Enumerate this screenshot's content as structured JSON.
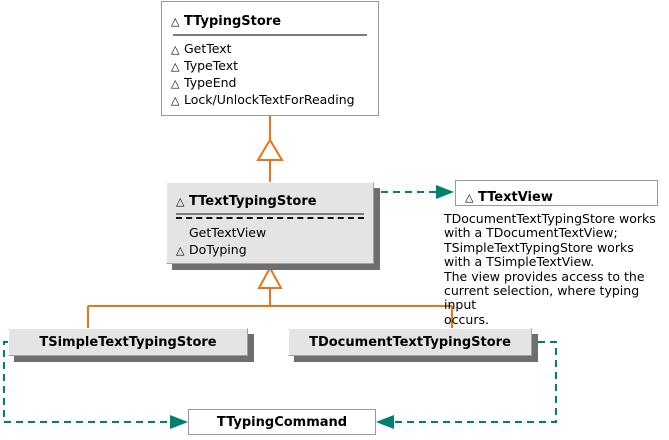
{
  "diagram": {
    "title": "Typing Store UML class diagram",
    "colors": {
      "inheritance_line": "#e8751a",
      "dependency_line": "#00806e",
      "box_fill_raised": "#e4e4e4",
      "box_fill_flat": "#ffffff",
      "box_border": "#999999",
      "box_shadow": "#6e6e6e",
      "text": "#000000"
    },
    "abstract_marker": "△"
  },
  "nodes": {
    "typing_store": {
      "name": "TTypingStore",
      "abstract": true,
      "members": [
        {
          "name": "GetText",
          "abstract": true
        },
        {
          "name": "TypeText",
          "abstract": true
        },
        {
          "name": "TypeEnd",
          "abstract": true
        },
        {
          "name": "Lock/UnlockTextForReading",
          "abstract": true
        }
      ]
    },
    "text_typing_store": {
      "name": "TTextTypingStore",
      "abstract": true,
      "members": [
        {
          "name": "GetTextView",
          "abstract": false
        },
        {
          "name": "DoTyping",
          "abstract": true
        }
      ]
    },
    "text_view": {
      "name": "TTextView",
      "abstract": true,
      "members": []
    },
    "simple_text_typing_store": {
      "name": "TSimpleTextTypingStore",
      "abstract": false,
      "members": []
    },
    "document_text_typing_store": {
      "name": "TDocumentTextTypingStore",
      "abstract": false,
      "members": []
    },
    "typing_command": {
      "name": "TTypingCommand",
      "abstract": false,
      "members": []
    }
  },
  "notes": {
    "view_note": "TDocumentTextTypingStore works\nwith a TDocumentTextView;\nTSimpleTextTypingStore works\nwith a TSimpleTextView.\nThe view provides access to the\ncurrent selection, where typing input\noccurs."
  }
}
